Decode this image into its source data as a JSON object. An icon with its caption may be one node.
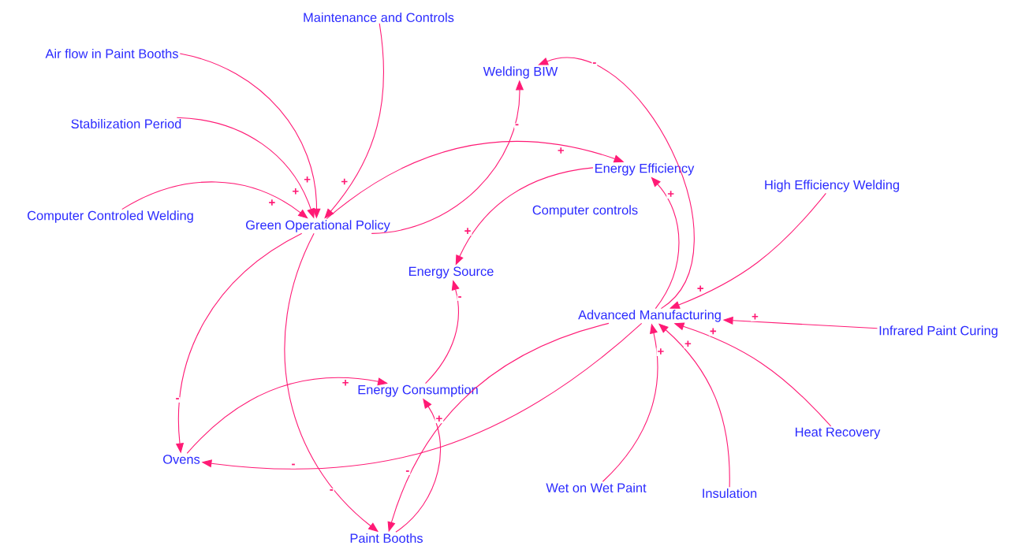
{
  "diagram": {
    "nodes": [
      {
        "text": [
          "Maintenance and Controls"
        ]
      },
      {
        "text": [
          "Air flow in Paint Booths"
        ]
      },
      {
        "text": [
          "Welding BIW"
        ]
      },
      {
        "text": [
          "Stabilization Period"
        ]
      },
      {
        "text": [
          "Energy Efficiency"
        ]
      },
      {
        "text": [
          "High Efficiency Welding"
        ]
      },
      {
        "text": [
          "Computer Controled Welding"
        ]
      },
      {
        "text": [
          "Green Operational Policy"
        ]
      },
      {
        "text": [
          "Energy Source"
        ]
      },
      {
        "text": [
          "Advanced Manufacturing"
        ]
      },
      {
        "text": [
          "Infrared Paint Curing"
        ]
      },
      {
        "text": [
          "Energy Consumption"
        ]
      },
      {
        "text": [
          "Heat Recovery"
        ]
      },
      {
        "text": [
          "Ovens"
        ]
      },
      {
        "text": [
          "Wet on Wet Paint"
        ]
      },
      {
        "text": [
          "Insulation"
        ]
      },
      {
        "text": [
          "Paint Booths"
        ]
      }
    ],
    "edges": [
      {
        "from": 1,
        "to": 7,
        "arrow": "to",
        "label": "+"
      },
      {
        "from": 3,
        "to": 7,
        "arrow": "to",
        "label": "+"
      },
      {
        "from": 6,
        "to": 7,
        "arrow": "to",
        "label": "+"
      },
      {
        "from": 0,
        "to": 7,
        "arrow": "to",
        "label": "+"
      },
      {
        "from": 7,
        "to": 4,
        "arrow": "to",
        "label": "+"
      },
      {
        "from": 7,
        "to": 2,
        "arrow": "to",
        "label": "-"
      },
      {
        "from": 4,
        "to": 8,
        "arrow": "to",
        "label": "+"
      },
      {
        "from": 9,
        "to": 4,
        "arrow": "to",
        "label": "+"
      },
      {
        "from": 9,
        "to": 2,
        "arrow": "to",
        "label": "-"
      },
      {
        "from": 5,
        "to": 9,
        "arrow": "to",
        "label": "+"
      },
      {
        "from": 10,
        "to": 9,
        "arrow": "to",
        "label": "+"
      },
      {
        "from": 12,
        "to": 9,
        "arrow": "to",
        "label": "+"
      },
      {
        "from": 15,
        "to": 9,
        "arrow": "to",
        "label": "+"
      },
      {
        "from": 14,
        "to": 9,
        "arrow": "to",
        "label": "+"
      },
      {
        "from": 9,
        "to": 13,
        "arrow": "to",
        "label": "-"
      },
      {
        "from": 9,
        "to": 16,
        "arrow": "to",
        "label": "-"
      },
      {
        "from": 7,
        "to": 13,
        "arrow": "to",
        "label": "-"
      },
      {
        "from": 7,
        "to": 16,
        "arrow": "to",
        "label": "-"
      },
      {
        "from": 13,
        "to": 11,
        "arrow": "to",
        "label": "+"
      },
      {
        "from": 16,
        "to": 11,
        "arrow": "to",
        "label": "+"
      },
      {
        "from": 11,
        "to": 8,
        "arrow": "to",
        "label": "-"
      }
    ],
    "labels": [
      "Computer controls"
    ]
  }
}
